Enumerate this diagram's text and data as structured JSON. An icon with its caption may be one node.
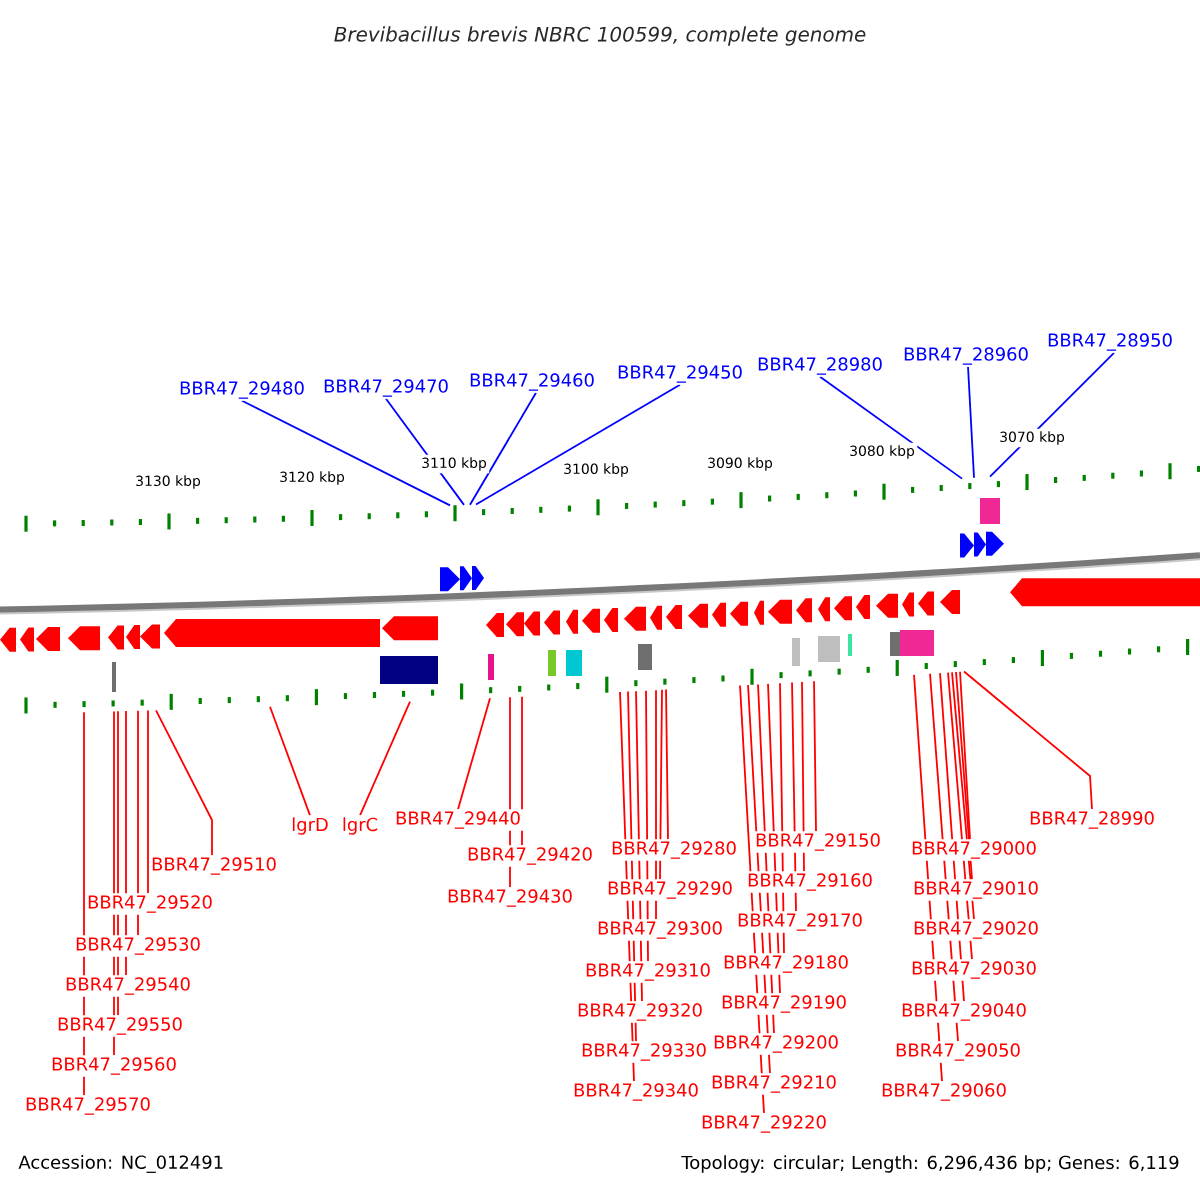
{
  "diagram": {
    "title": "Brevibacillus brevis NBRC 100599, complete genome",
    "nodes": [
      {
        "text": [
          "BBR47_29480"
        ]
      },
      {
        "text": [
          "BBR47_29470"
        ]
      },
      {
        "text": [
          "BBR47_29460"
        ]
      },
      {
        "text": [
          "BBR47_29450"
        ]
      },
      {
        "text": [
          "BBR47_28980"
        ]
      },
      {
        "text": [
          "BBR47_28960"
        ]
      },
      {
        "text": [
          "BBR47_28950"
        ]
      },
      {
        "text": [
          "BBR47_29510"
        ]
      },
      {
        "text": [
          "BBR47_29520"
        ]
      },
      {
        "text": [
          "BBR47_29530"
        ]
      },
      {
        "text": [
          "BBR47_29540"
        ]
      },
      {
        "text": [
          "BBR47_29550"
        ]
      },
      {
        "text": [
          "BBR47_29560"
        ]
      },
      {
        "text": [
          "BBR47_29570"
        ]
      },
      {
        "text": [
          "lgrD"
        ]
      },
      {
        "text": [
          "lgrC"
        ]
      },
      {
        "text": [
          "BBR47_29440"
        ]
      },
      {
        "text": [
          "BBR47_29420"
        ]
      },
      {
        "text": [
          "BBR47_29430"
        ]
      },
      {
        "text": [
          "BBR47_29280"
        ]
      },
      {
        "text": [
          "BBR47_29290"
        ]
      },
      {
        "text": [
          "BBR47_29300"
        ]
      },
      {
        "text": [
          "BBR47_29310"
        ]
      },
      {
        "text": [
          "BBR47_29320"
        ]
      },
      {
        "text": [
          "BBR47_29330"
        ]
      },
      {
        "text": [
          "BBR47_29340"
        ]
      },
      {
        "text": [
          "BBR47_29150"
        ]
      },
      {
        "text": [
          "BBR47_29160"
        ]
      },
      {
        "text": [
          "BBR47_29170"
        ]
      },
      {
        "text": [
          "BBR47_29180"
        ]
      },
      {
        "text": [
          "BBR47_29190"
        ]
      },
      {
        "text": [
          "BBR47_29200"
        ]
      },
      {
        "text": [
          "BBR47_29210"
        ]
      },
      {
        "text": [
          "BBR47_29220"
        ]
      },
      {
        "text": [
          "BBR47_28990"
        ]
      },
      {
        "text": [
          "BBR47_29000"
        ]
      },
      {
        "text": [
          "BBR47_29010"
        ]
      },
      {
        "text": [
          "BBR47_29020"
        ]
      },
      {
        "text": [
          "BBR47_29030"
        ]
      },
      {
        "text": [
          "BBR47_29040"
        ]
      },
      {
        "text": [
          "BBR47_29050"
        ]
      },
      {
        "text": [
          "BBR47_29060"
        ]
      },
      {
        "text": [],
        "shape": "ruler"
      },
      {
        "text": [],
        "shape": "ruler"
      }
    ],
    "edges": [
      {
        "from": 0,
        "to": 42,
        "arrow": "none",
        "color": "#0000ff"
      },
      {
        "from": 1,
        "to": 42,
        "arrow": "none",
        "color": "#0000ff"
      },
      {
        "from": 2,
        "to": 42,
        "arrow": "none",
        "color": "#0000ff"
      },
      {
        "from": 3,
        "to": 42,
        "arrow": "none",
        "color": "#0000ff"
      },
      {
        "from": 4,
        "to": 42,
        "arrow": "none",
        "color": "#0000ff"
      },
      {
        "from": 5,
        "to": 42,
        "arrow": "none",
        "color": "#0000ff"
      },
      {
        "from": 6,
        "to": 42,
        "arrow": "none",
        "color": "#0000ff"
      },
      {
        "from": 7,
        "to": 43,
        "arrow": "none"
      },
      {
        "from": 8,
        "to": 43,
        "arrow": "none"
      },
      {
        "from": 9,
        "to": 43,
        "arrow": "none"
      },
      {
        "from": 10,
        "to": 43,
        "arrow": "none"
      },
      {
        "from": 11,
        "to": 43,
        "arrow": "none"
      },
      {
        "from": 12,
        "to": 43,
        "arrow": "none"
      },
      {
        "from": 13,
        "to": 43,
        "arrow": "none"
      },
      {
        "from": 14,
        "to": 43,
        "arrow": "none"
      },
      {
        "from": 15,
        "to": 43,
        "arrow": "none"
      },
      {
        "from": 16,
        "to": 43,
        "arrow": "none"
      },
      {
        "from": 17,
        "to": 43,
        "arrow": "none"
      },
      {
        "from": 18,
        "to": 43,
        "arrow": "none"
      },
      {
        "from": 19,
        "to": 43,
        "arrow": "none"
      },
      {
        "from": 20,
        "to": 43,
        "arrow": "none"
      },
      {
        "from": 21,
        "to": 43,
        "arrow": "none"
      },
      {
        "from": 22,
        "to": 43,
        "arrow": "none"
      },
      {
        "from": 23,
        "to": 43,
        "arrow": "none"
      },
      {
        "from": 24,
        "to": 43,
        "arrow": "none"
      },
      {
        "from": 25,
        "to": 43,
        "arrow": "none"
      },
      {
        "from": 26,
        "to": 43,
        "arrow": "none"
      },
      {
        "from": 27,
        "to": 43,
        "arrow": "none"
      },
      {
        "from": 28,
        "to": 43,
        "arrow": "none"
      },
      {
        "from": 29,
        "to": 43,
        "arrow": "none"
      },
      {
        "from": 30,
        "to": 43,
        "arrow": "none"
      },
      {
        "from": 31,
        "to": 43,
        "arrow": "none"
      },
      {
        "from": 32,
        "to": 43,
        "arrow": "none"
      },
      {
        "from": 33,
        "to": 43,
        "arrow": "none"
      },
      {
        "from": 34,
        "to": 43,
        "arrow": "none"
      },
      {
        "from": 35,
        "to": 43,
        "arrow": "none"
      },
      {
        "from": 36,
        "to": 43,
        "arrow": "none"
      },
      {
        "from": 37,
        "to": 43,
        "arrow": "none"
      },
      {
        "from": 38,
        "to": 43,
        "arrow": "none"
      },
      {
        "from": 39,
        "to": 43,
        "arrow": "none"
      },
      {
        "from": 40,
        "to": 43,
        "arrow": "none"
      },
      {
        "from": 41,
        "to": 43,
        "arrow": "none"
      }
    ],
    "labels": [
      "3130 kbp",
      "3120 kbp",
      "3110 kbp",
      "3100 kbp",
      "3090 kbp",
      "3080 kbp",
      "3070 kbp",
      "Accession: NC_012491",
      "Topology: circular; Length: 6,296,436 bp; Genes: 6,119"
    ]
  }
}
